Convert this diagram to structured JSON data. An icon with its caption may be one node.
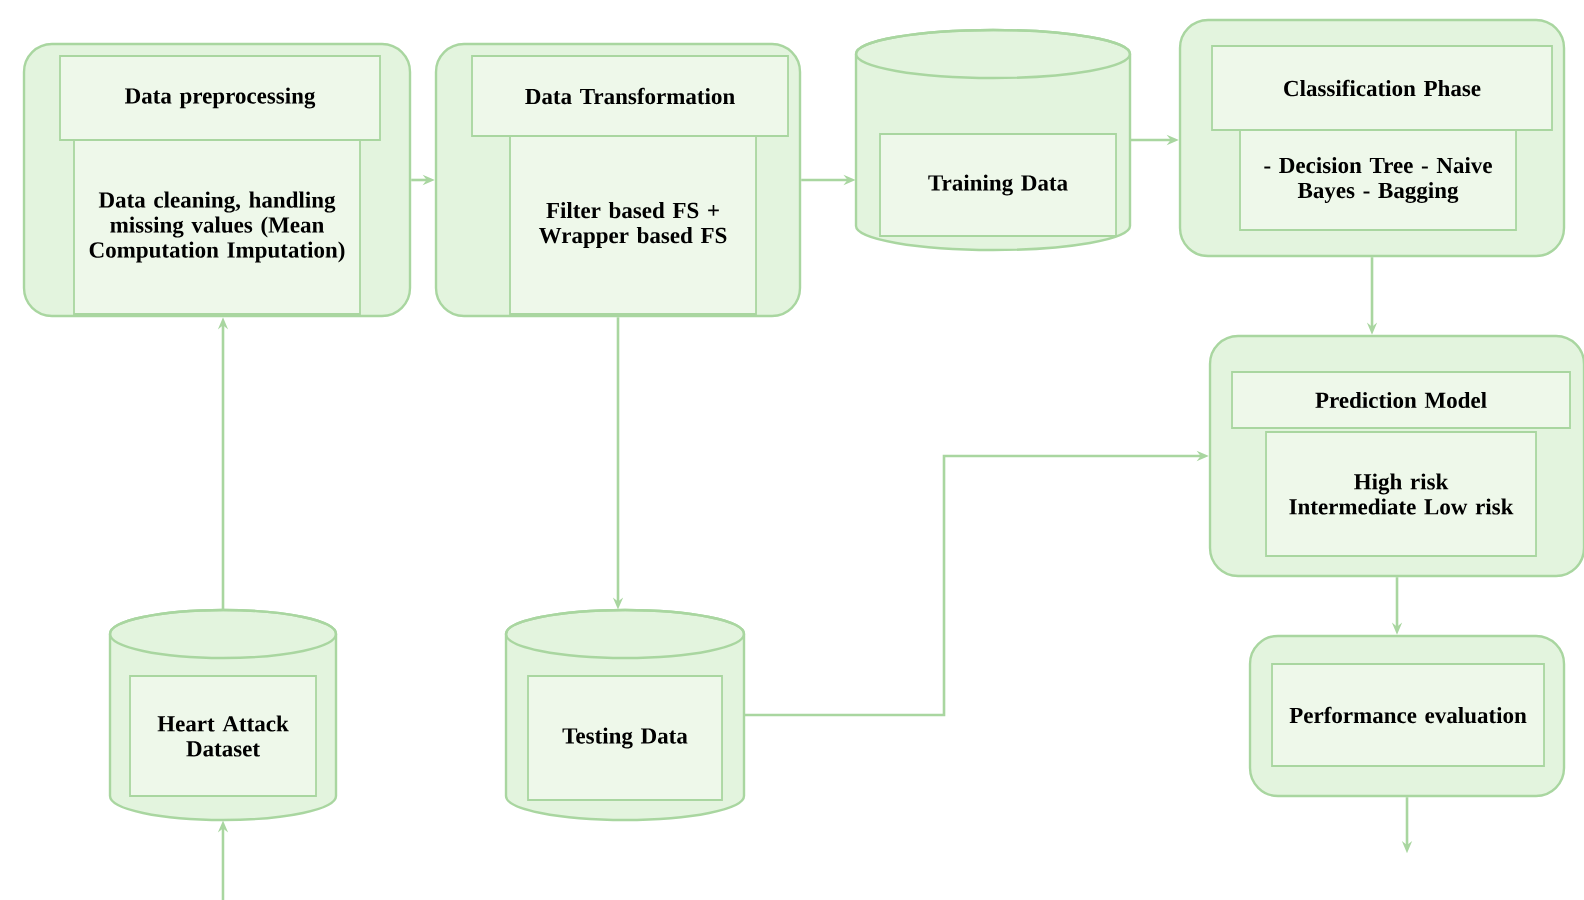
{
  "diagram": {
    "nodes": [
      {
        "text": [
          "Data preprocessing",
          "Data cleaning, handling missing values (Mean Computation Imputation)"
        ]
      },
      {
        "text": [
          "Data Transformation",
          "Filter based FS + Wrapper based FS"
        ]
      },
      {
        "text": [
          "Training Data"
        ]
      },
      {
        "text": [
          "Classification Phase",
          "- Decision Tree - Naive Bayes - Bagging"
        ]
      },
      {
        "text": [
          "Prediction Model",
          "High risk Intermediate Low risk"
        ]
      },
      {
        "text": [
          "Heart Attack Dataset"
        ]
      },
      {
        "text": [
          "Testing Data"
        ]
      },
      {
        "text": [
          "Performance evaluation"
        ]
      }
    ],
    "edges": [
      {
        "from": null,
        "to": 5,
        "arrow": "to"
      },
      {
        "from": 5,
        "to": 0,
        "arrow": "to"
      },
      {
        "from": 0,
        "to": 1,
        "arrow": "to"
      },
      {
        "from": 1,
        "to": 2,
        "arrow": "to"
      },
      {
        "from": 1,
        "to": 6,
        "arrow": "to"
      },
      {
        "from": 2,
        "to": 3,
        "arrow": "to"
      },
      {
        "from": 3,
        "to": 4,
        "arrow": "to"
      },
      {
        "from": 6,
        "to": 4,
        "arrow": "to"
      },
      {
        "from": 4,
        "to": 7,
        "arrow": "to"
      },
      {
        "from": 7,
        "to": null,
        "arrow": "to"
      }
    ]
  }
}
